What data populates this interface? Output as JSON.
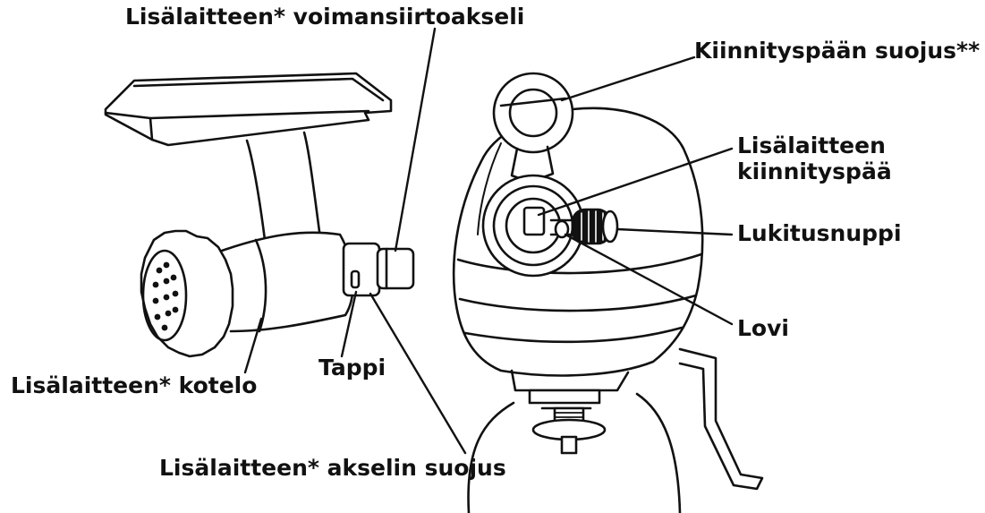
{
  "labels": {
    "attachment_power_shaft": "Lisälaitteen* voimansiirtoakseli",
    "hub_cover": "Kiinnityspään suojus**",
    "attachment_hub_line1": "Lisälaitteen",
    "attachment_hub_line2": "kiinnityspää",
    "locking_knob": "Lukitusnuppi",
    "notch": "Lovi",
    "attachment_housing": "Lisälaitteen* kotelo",
    "pin": "Tappi",
    "shaft_cover": "Lisälaitteen* akselin suojus"
  },
  "colors": {
    "ink": "#111111",
    "background": "#ffffff"
  }
}
